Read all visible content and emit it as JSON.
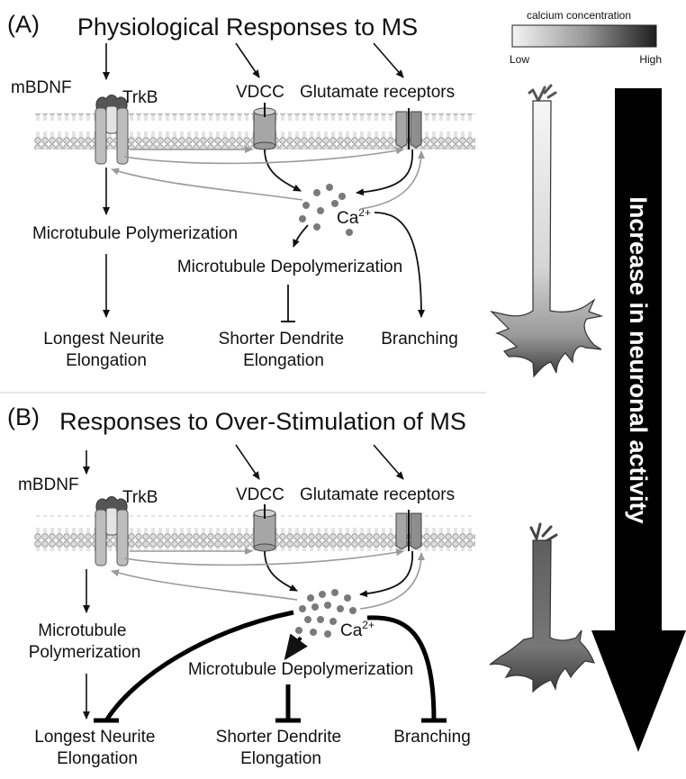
{
  "legend": {
    "title": "calcium concentration",
    "low": "Low",
    "high": "High",
    "colors": {
      "low": "#f4f4f4",
      "high": "#1e1e1e"
    }
  },
  "side_arrow_label": "Increase in neuronal activity",
  "panels": [
    {
      "letter": "(A)",
      "title": "Physiological Responses to MS",
      "mbdnf": "mBDNF",
      "trkb": "TrkB",
      "vdcc": "VDCC",
      "glut": "Glutamate receptors",
      "ca": "Ca",
      "ca_sup": "2+",
      "mt_poly": [
        "Microtubule Polymerization"
      ],
      "mt_depoly": "Microtubule Depolymerization",
      "out_left": [
        "Longest Neurite",
        "Elongation"
      ],
      "out_mid": [
        "Shorter Dendrite",
        "Elongation"
      ],
      "out_right": "Branching"
    },
    {
      "letter": "(B)",
      "title": "Responses to Over-Stimulation of MS",
      "mbdnf": "mBDNF",
      "trkb": "TrkB",
      "vdcc": "VDCC",
      "glut": "Glutamate receptors",
      "ca": "Ca",
      "ca_sup": "2+",
      "mt_poly": [
        "Microtubule",
        "Polymerization"
      ],
      "mt_depoly": "Microtubule Depolymerization",
      "out_left": [
        "Longest Neurite",
        "Elongation"
      ],
      "out_mid": [
        "Shorter Dendrite",
        "Elongation"
      ],
      "out_right": "Branching"
    }
  ]
}
